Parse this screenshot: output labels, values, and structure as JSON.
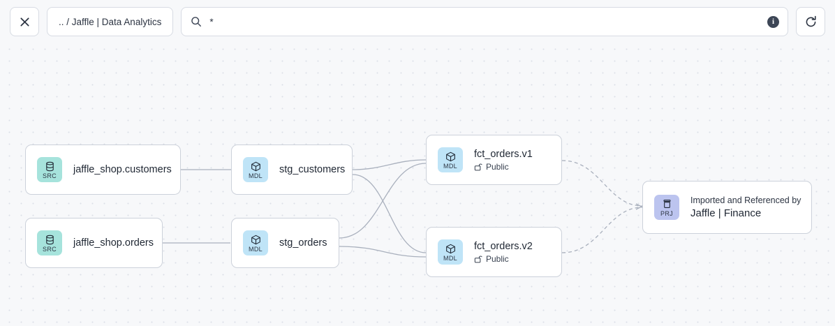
{
  "toolbar": {
    "close_label": "×",
    "close_icon": "close-icon",
    "breadcrumb": ".. / Jaffle | Data Analytics",
    "search_value": "*",
    "search_placeholder": "",
    "search_icon": "search-icon",
    "info_label": "i",
    "info_icon": "info-icon",
    "refresh_icon": "refresh-icon"
  },
  "colors": {
    "canvas_bg": "#f7f8fa",
    "dot": "#dcdfe8",
    "node_border": "#ccd1da",
    "node_bg": "#ffffff",
    "badge_src": "#a6e3dc",
    "badge_mdl": "#bfe4f7",
    "badge_prj": "#bcc4ef",
    "edge": "#a9b0bd",
    "info_bg": "#3d4656",
    "text": "#1f2733"
  },
  "graph": {
    "nodes": [
      {
        "id": "src_customers",
        "badge_type": "SRC",
        "badge_icon": "database-icon",
        "title": "jaffle_shop.customers",
        "sub": null,
        "sub_icon": null,
        "kicker": null
      },
      {
        "id": "src_orders",
        "badge_type": "SRC",
        "badge_icon": "database-icon",
        "title": "jaffle_shop.orders",
        "sub": null,
        "sub_icon": null,
        "kicker": null
      },
      {
        "id": "stg_customers",
        "badge_type": "MDL",
        "badge_icon": "cube-icon",
        "title": "stg_customers",
        "sub": null,
        "sub_icon": null,
        "kicker": null
      },
      {
        "id": "stg_orders",
        "badge_type": "MDL",
        "badge_icon": "cube-icon",
        "title": "stg_orders",
        "sub": null,
        "sub_icon": null,
        "kicker": null
      },
      {
        "id": "fct_orders_v1",
        "badge_type": "MDL",
        "badge_icon": "cube-icon",
        "title": "fct_orders.v1",
        "sub": "Public",
        "sub_icon": "unlock-icon",
        "kicker": null
      },
      {
        "id": "fct_orders_v2",
        "badge_type": "MDL",
        "badge_icon": "cube-icon",
        "title": "fct_orders.v2",
        "sub": "Public",
        "sub_icon": "unlock-icon",
        "kicker": null
      },
      {
        "id": "prj_finance",
        "badge_type": "PRJ",
        "badge_icon": "archive-icon",
        "title": "Jaffle | Finance",
        "sub": null,
        "sub_icon": null,
        "kicker": "Imported and Referenced by"
      }
    ],
    "edges": [
      {
        "from": "src_customers",
        "to": "stg_customers",
        "style": "solid"
      },
      {
        "from": "src_orders",
        "to": "stg_orders",
        "style": "solid"
      },
      {
        "from": "stg_customers",
        "to": "fct_orders_v1",
        "style": "solid"
      },
      {
        "from": "stg_customers",
        "to": "fct_orders_v2",
        "style": "solid"
      },
      {
        "from": "stg_orders",
        "to": "fct_orders_v1",
        "style": "solid"
      },
      {
        "from": "stg_orders",
        "to": "fct_orders_v2",
        "style": "solid"
      },
      {
        "from": "fct_orders_v1",
        "to": "prj_finance",
        "style": "dashed"
      },
      {
        "from": "fct_orders_v2",
        "to": "prj_finance",
        "style": "dashed"
      }
    ]
  }
}
